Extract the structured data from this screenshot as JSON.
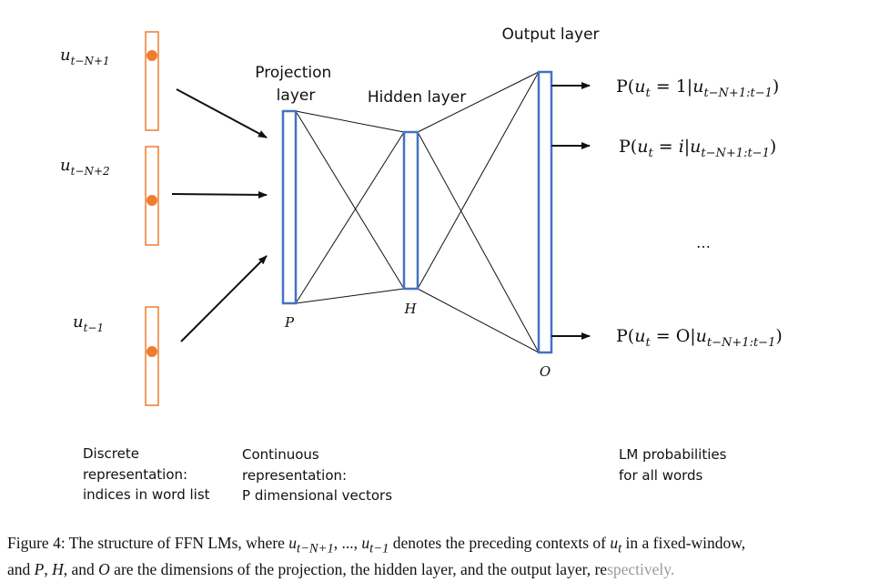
{
  "figure": {
    "inputs": [
      {
        "main": "u",
        "sub": "t−N+1"
      },
      {
        "main": "u",
        "sub": "t−N+2"
      },
      {
        "main": "u",
        "sub": "t−1"
      }
    ],
    "projection_title": [
      "Projection",
      "layer"
    ],
    "hidden_title": "Hidden layer",
    "output_title": "Output layer",
    "dim_labels": {
      "projection": "P",
      "hidden": "H",
      "output": "O"
    },
    "outputs": [
      {
        "pre": "P(",
        "var": "u",
        "varsub": "t",
        "eq": " = ",
        "val": "1",
        "bar": "|",
        "cond": "u",
        "condsub": "t−N+1:t−1",
        "post": ")"
      },
      {
        "pre": "P(",
        "var": "u",
        "varsub": "t",
        "eq": " = ",
        "val": "i",
        "bar": "|",
        "cond": "u",
        "condsub": "t−N+1:t−1",
        "post": ")"
      },
      {
        "pre": "P(",
        "var": "u",
        "varsub": "t",
        "eq": " = ",
        "val": "O",
        "bar": "|",
        "cond": "u",
        "condsub": "t−N+1:t−1",
        "post": ")"
      }
    ],
    "ellipsis": "…",
    "descriptions": {
      "discrete": [
        "Discrete",
        "representation:",
        "indices in word list"
      ],
      "continuous": [
        "Continuous",
        "representation:",
        "P dimensional vectors"
      ],
      "lm": [
        "LM probabilities",
        "for all words"
      ]
    },
    "colors": {
      "layer": "#4472C4",
      "input_box": "#ED7D31",
      "dot": "#ED7D31",
      "line": "#111111"
    }
  },
  "caption": {
    "label": "Figure 4:",
    "t1": " The structure of FFN LMs, where ",
    "m1": "u",
    "m1sub": "t−N+1",
    "t2": ", ..., ",
    "m2": "u",
    "m2sub": "t−1",
    "t3": " denotes the preceding contexts of ",
    "m3": "u",
    "m3sub": "t",
    "t4": " in a fixed-window,",
    "l2a": "and ",
    "vP": "P",
    "l2b": ", ",
    "vH": "H",
    "l2c": ", and ",
    "vO": "O",
    "l2d": " are the dimensions of the projection, the hidden layer, and the output layer, re",
    "watermark": "spectively."
  }
}
